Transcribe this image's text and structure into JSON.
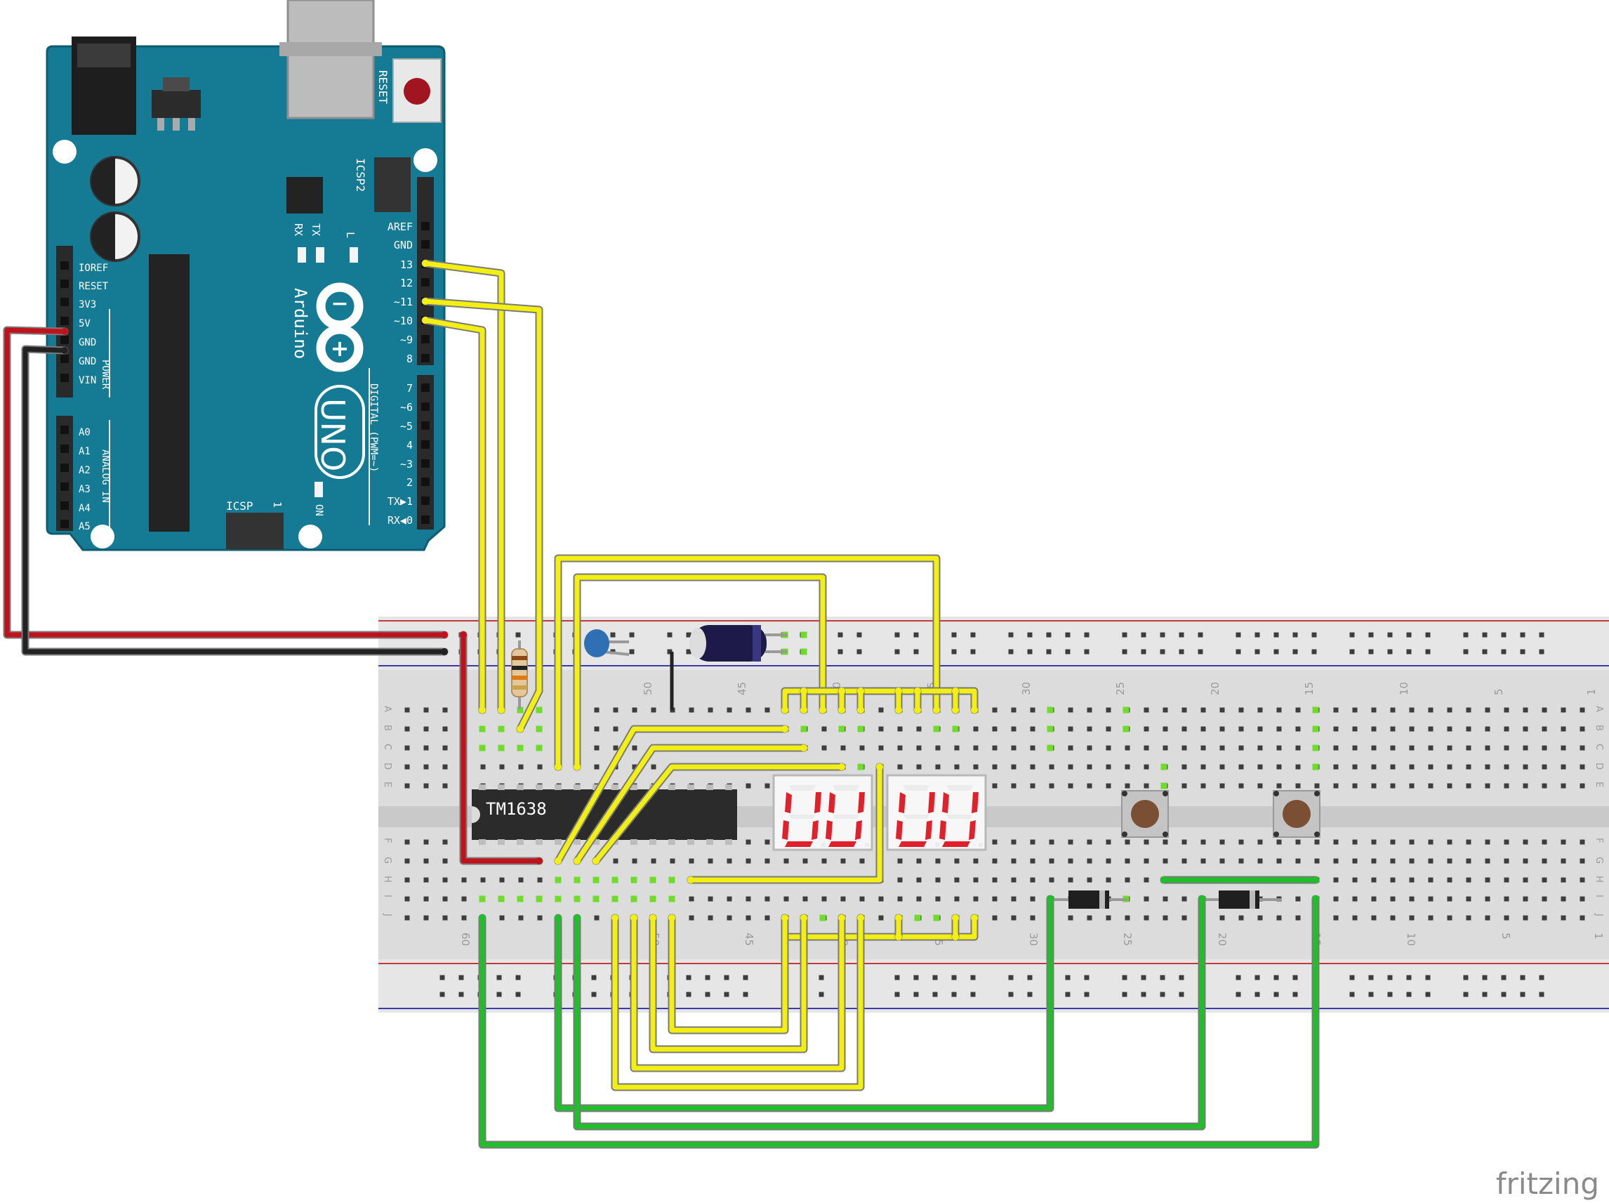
{
  "arduino": {
    "brand": "Arduino",
    "model": "UNO",
    "reset": "RESET",
    "icsp2": "ICSP2",
    "icsp": "ICSP",
    "icsp_num": "1",
    "tx": "TX",
    "rx": "RX",
    "led_l": "L",
    "on": "ON",
    "digital": "DIGITAL (PWM=~)",
    "power": "POWER",
    "analog": "ANALOG IN",
    "digital_pins": [
      "AREF",
      "GND",
      "13",
      "12",
      "~11",
      "~10",
      "~9",
      "8",
      "7",
      "~6",
      "~5",
      "4",
      "~3",
      "2",
      "TX▶1",
      "RX◀0"
    ],
    "power_pins": [
      "IOREF",
      "RESET",
      "3V3",
      "5V",
      "GND",
      "GND",
      "VIN"
    ],
    "analog_pins": [
      "A0",
      "A1",
      "A2",
      "A3",
      "A4",
      "A5"
    ],
    "board_color": "#157a94"
  },
  "chip": {
    "label": "TM1638"
  },
  "breadboard": {
    "top_numbers": [
      "50",
      "45",
      "40",
      "35",
      "30",
      "25",
      "20",
      "15",
      "10",
      "5",
      "1"
    ],
    "bottom_numbers": [
      "60",
      "50",
      "45",
      "40",
      "35",
      "30",
      "25",
      "20",
      "15",
      "10",
      "5",
      "1"
    ],
    "row_letters_top": [
      "A",
      "B",
      "C",
      "D",
      "E"
    ],
    "row_letters_bottom": [
      "F",
      "G",
      "H",
      "I",
      "J"
    ]
  },
  "watermark": "fritzing",
  "colors": {
    "wire_yellow": "#f3f011",
    "wire_green": "#1fbf2a",
    "wire_red": "#c1121b",
    "wire_black": "#222222",
    "segment_red": "#e0202a"
  }
}
